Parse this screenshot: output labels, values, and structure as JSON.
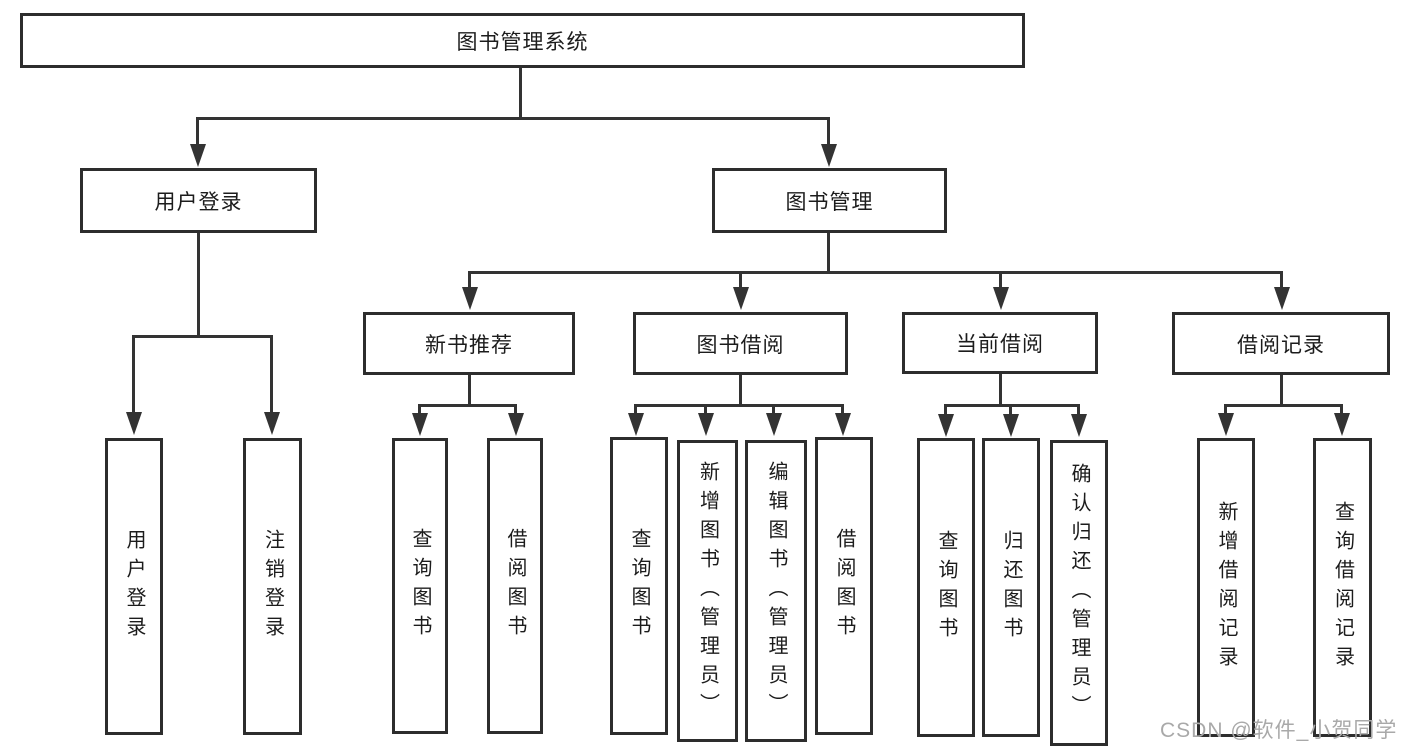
{
  "diagram": {
    "title": "图书管理系统",
    "line_color": "#333333",
    "box_border_color": "#2d2d2d",
    "background_color": "#ffffff",
    "tree": {
      "root": {
        "label": "图书管理系统"
      },
      "user_login": {
        "label": "用户登录",
        "children": [
          {
            "label": "用户登录"
          },
          {
            "label": "注销登录"
          }
        ]
      },
      "book_mgmt": {
        "label": "图书管理",
        "children": [
          {
            "label": "新书推荐",
            "children": [
              {
                "label": "查询图书"
              },
              {
                "label": "借阅图书"
              }
            ]
          },
          {
            "label": "图书借阅",
            "children": [
              {
                "label": "查询图书"
              },
              {
                "label": "新增图书（管理员）"
              },
              {
                "label": "编辑图书（管理员）"
              },
              {
                "label": "借阅图书"
              }
            ]
          },
          {
            "label": "当前借阅",
            "children": [
              {
                "label": "查询图书"
              },
              {
                "label": "归还图书"
              },
              {
                "label": "确认归还（管理员）"
              }
            ]
          },
          {
            "label": "借阅记录",
            "children": [
              {
                "label": "新增借阅记录"
              },
              {
                "label": "查询借阅记录"
              }
            ]
          }
        ]
      }
    },
    "watermark": {
      "text": "CSDN @软件_小贺同学",
      "color": "#a9a9a9"
    }
  }
}
